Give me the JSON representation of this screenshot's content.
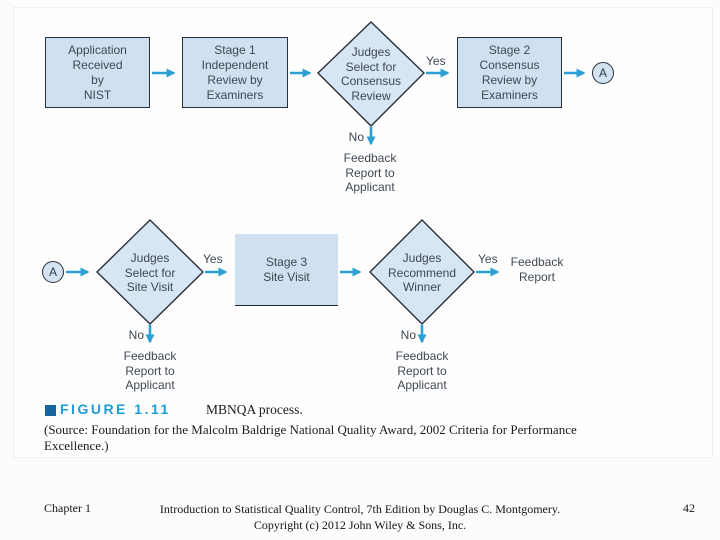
{
  "slide": {
    "flowchart": {
      "boxes": {
        "application": "Application\nReceived\nby\nNIST",
        "stage1": "Stage 1\nIndependent\nReview by\nExaminers",
        "stage2": "Stage 2\nConsensus\nReview by\nExaminers",
        "stage3": "Stage 3\nSite Visit"
      },
      "decisions": {
        "consensus": "Judges\nSelect for\nConsensus\nReview",
        "site_visit": "Judges\nSelect for\nSite Visit",
        "winner": "Judges\nRecommend\nWinner"
      },
      "connector_label": "A",
      "branch_labels": {
        "yes": "Yes",
        "no": "No"
      },
      "outputs": {
        "feedback_to_applicant": "Feedback\nReport to\nApplicant",
        "feedback_report": "Feedback\nReport"
      }
    },
    "caption": {
      "figure_label": "FIGURE 1.11",
      "figure_title": "MBNQA process.",
      "source": "(Source: Foundation for the Malcolm Baldrige National Quality Award, 2002 Criteria for Performance\nExcellence.)"
    },
    "footer": {
      "chapter": "Chapter 1",
      "credit_line1": "Introduction to Statistical Quality Control, 7th Edition by Douglas C. Montgomery.",
      "credit_line2": "Copyright (c) 2012  John Wiley & Sons, Inc.",
      "page_number": "42"
    },
    "colors": {
      "node_fill": "#cfe0f1",
      "node_border": "#28303c",
      "arrow": "#2b9fd2",
      "figure_label": "#1e9cd6",
      "figure_marker": "#1565a0"
    }
  }
}
